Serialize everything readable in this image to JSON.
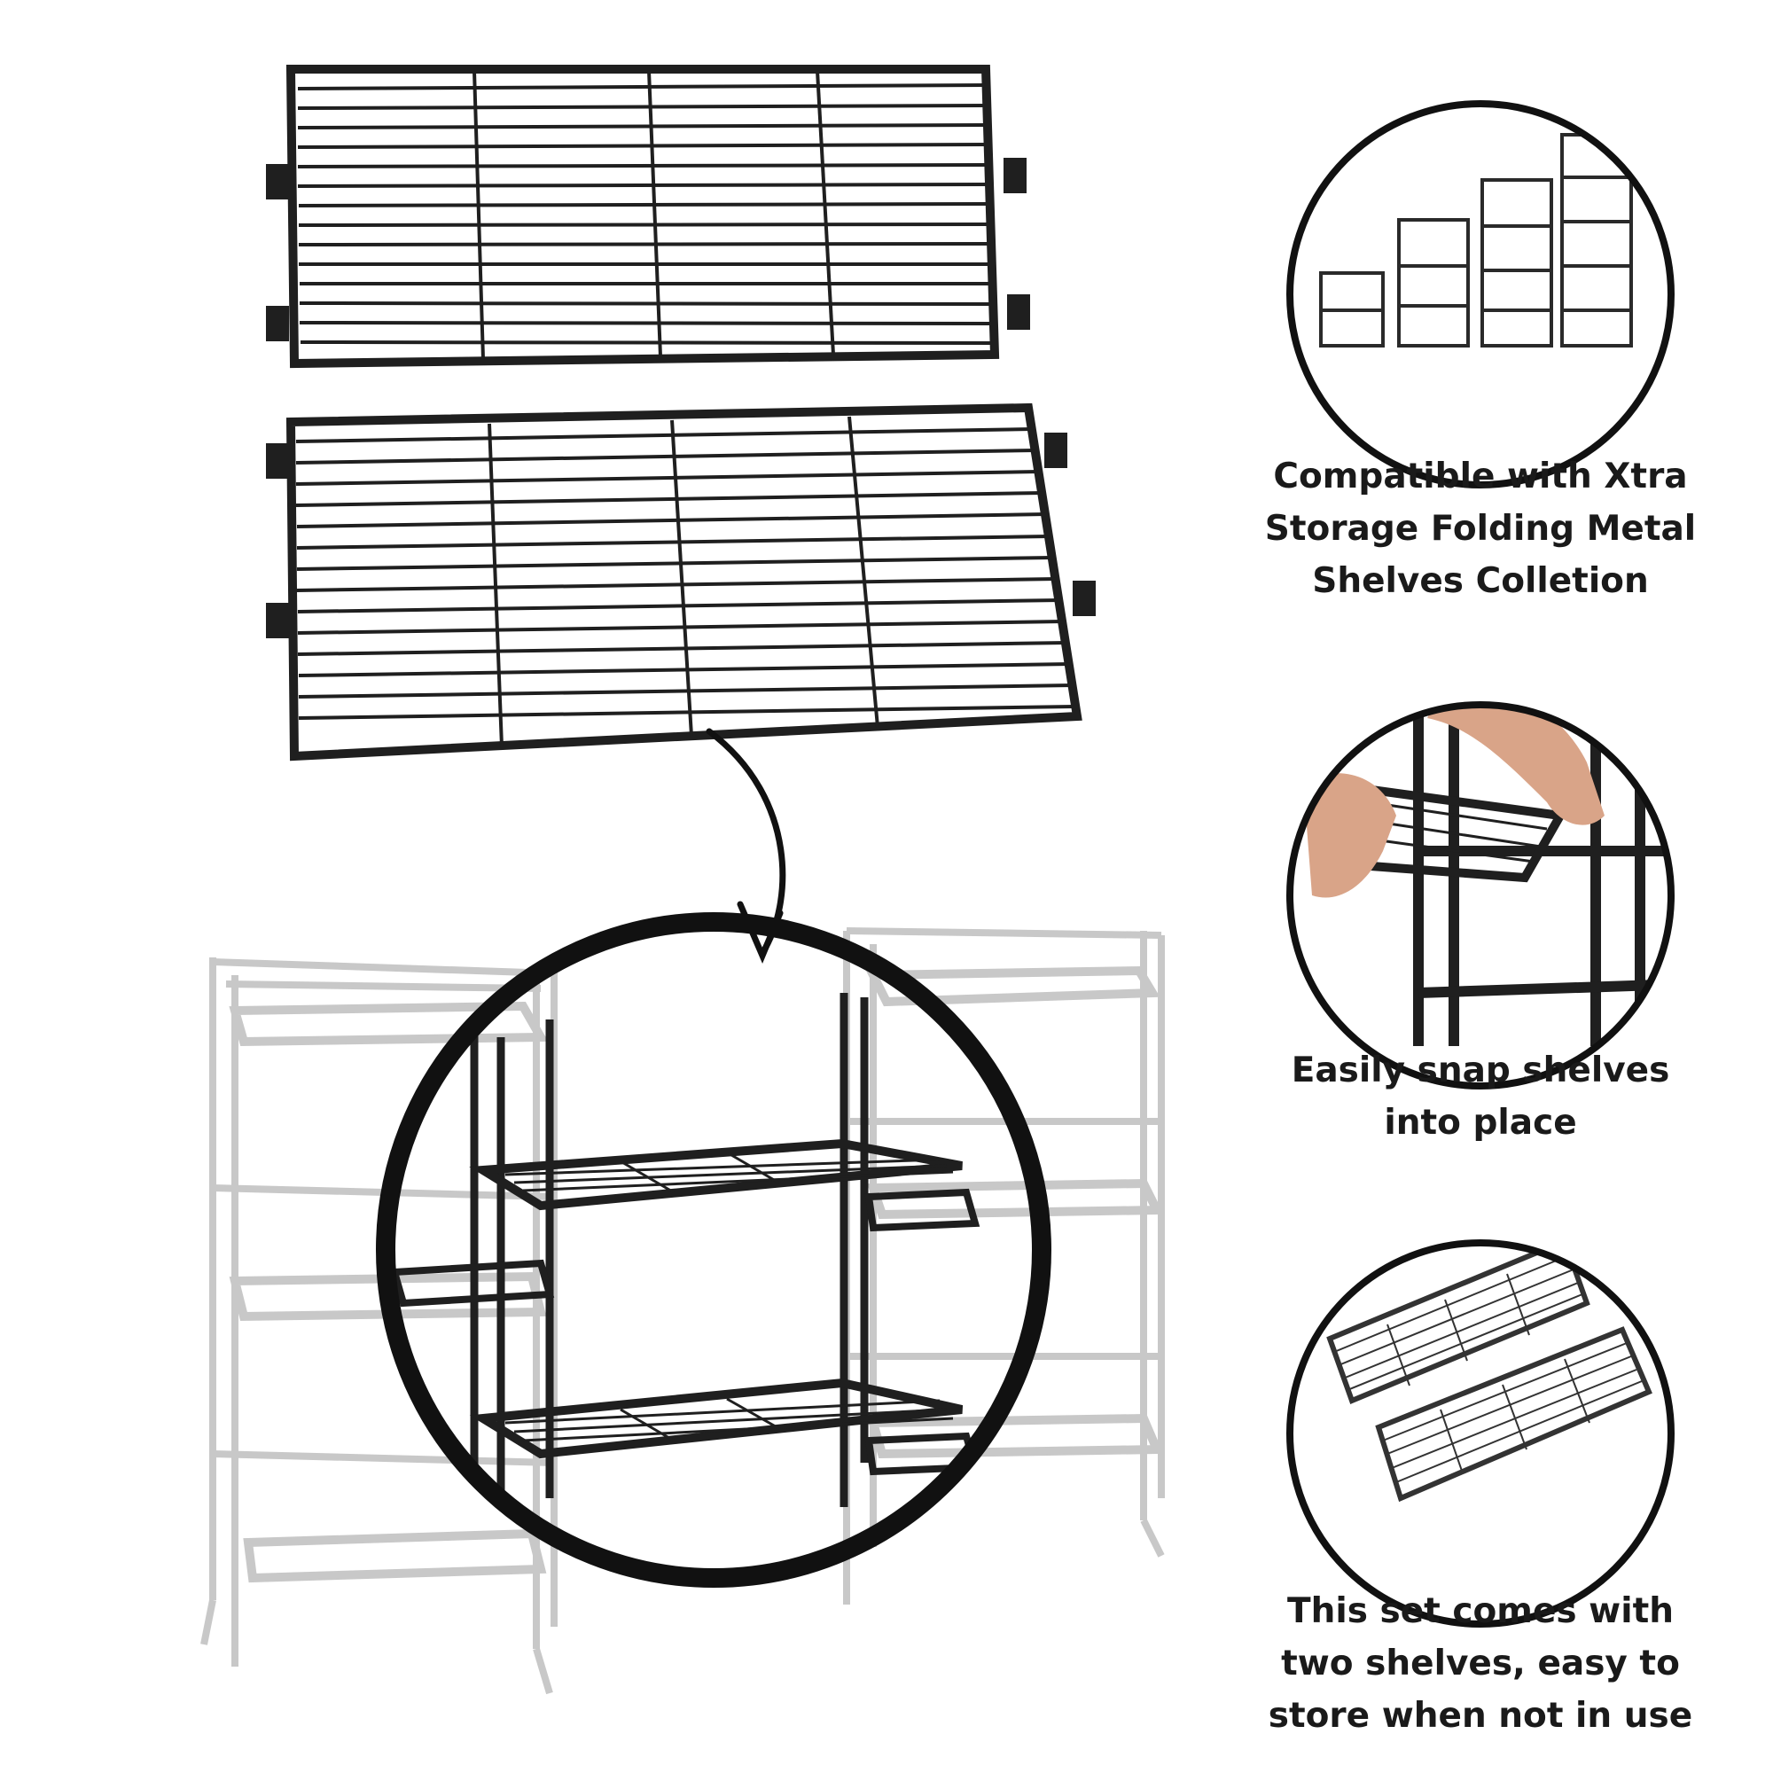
{
  "features": [
    {
      "icon": "shelf-sizes-icon",
      "caption": "Compatible with Xtra\nStorage Folding Metal\nShelves Colletion"
    },
    {
      "icon": "hands-snapping-shelf-icon",
      "caption": "Easily snap shelves\ninto place"
    },
    {
      "icon": "two-shelves-icon",
      "caption": "This set comes with\ntwo shelves, easy to\nstore when not in use"
    }
  ],
  "colors": {
    "metal": "#1f1f1f",
    "ghost": "#c8c8c8",
    "ring": "#111111",
    "skin": "#d9a488"
  }
}
